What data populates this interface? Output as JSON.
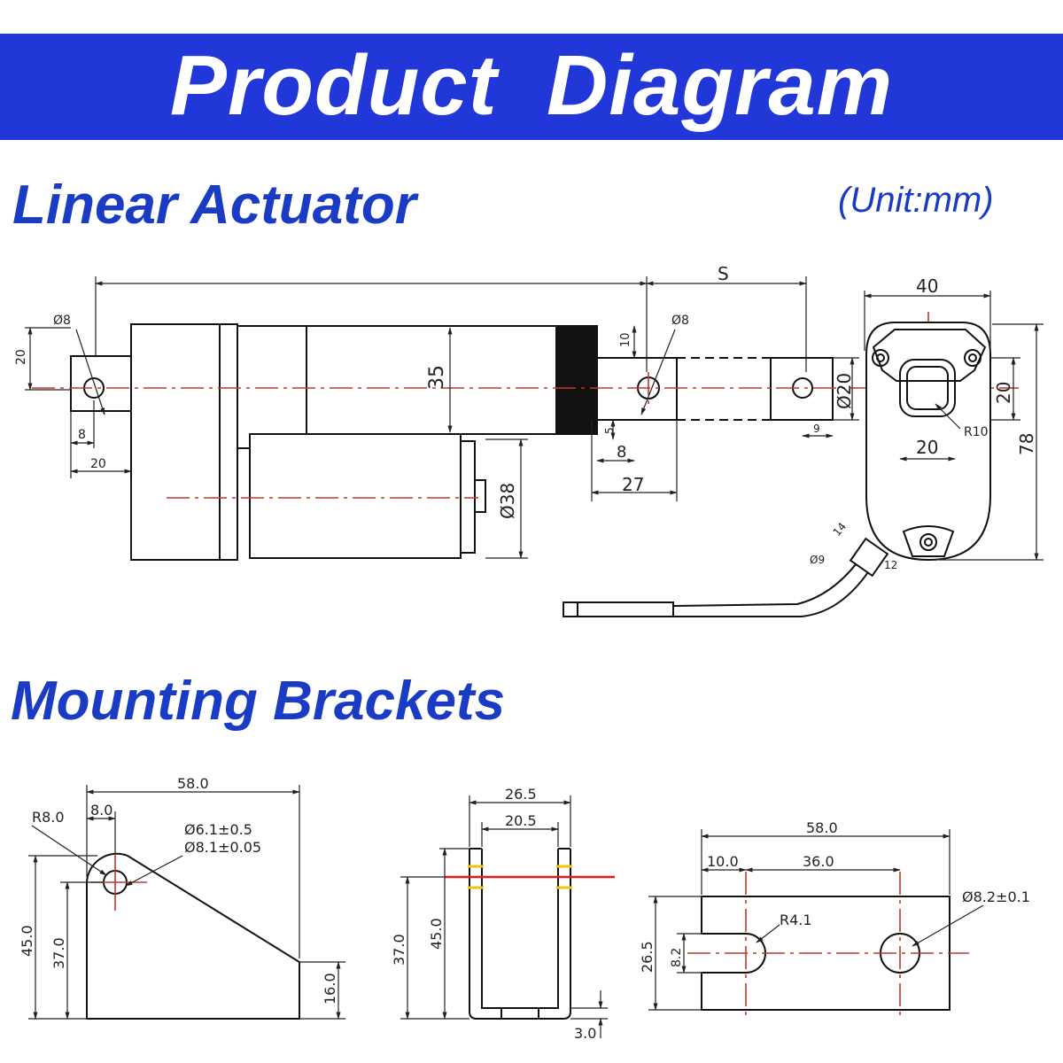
{
  "header": {
    "title": "Product  Diagram"
  },
  "sections": {
    "actuator": {
      "title": "Linear Actuator",
      "unit": "(Unit:mm)"
    },
    "brackets": {
      "title": "Mounting Brackets"
    }
  },
  "actuator_dims": {
    "hole_left": "Ø8",
    "height_left": "20",
    "hole_left_offset": "8",
    "end_offset": "20",
    "body_width": "35",
    "rod_top": "10",
    "hole_mid": "Ø8",
    "stroke": "S",
    "rod_dia": "Ø20",
    "rod_gap_a": "5",
    "rod_gap_b": "8",
    "rod_end": "27",
    "rod_tip": "9",
    "motor_dia": "Ø38",
    "end_width": "40",
    "end_hole_span": "20",
    "end_inner": "20",
    "end_radius": "R10",
    "end_height": "78",
    "cable_a": "14",
    "cable_b": "Ø9",
    "cable_c": "12"
  },
  "bracket1": {
    "width": "58.0",
    "radius": "R8.0",
    "hole_offset": "8.0",
    "hole_small": "Ø6.1±0.5",
    "hole_large": "Ø8.1±0.05",
    "height": "45.0",
    "hole_height": "37.0",
    "foot_height": "16.0"
  },
  "bracket2": {
    "outer_width": "26.5",
    "inner_width": "20.5",
    "hole_height": "37.0",
    "height": "45.0",
    "thickness": "3.0"
  },
  "bracket3": {
    "width": "58.0",
    "slot_offset": "10.0",
    "hole_span": "36.0",
    "hole": "Ø8.2±0.1",
    "slot_radius": "R4.1",
    "height": "26.5",
    "slot_width": "8.2"
  }
}
